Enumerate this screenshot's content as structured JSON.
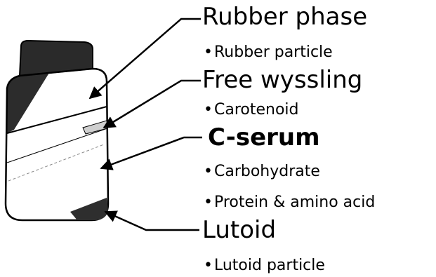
{
  "layers": [
    {
      "heading": "Rubber phase",
      "items": [
        "Rubber particle"
      ]
    },
    {
      "heading": "Free wyssling",
      "items": [
        "Carotenoid"
      ]
    },
    {
      "heading": "C-serum",
      "items": [
        "Carbohydrate",
        "Protein & amino acid"
      ]
    },
    {
      "heading": "Lutoid",
      "items": [
        "Lutoid particle"
      ]
    }
  ],
  "bullet_symbol": "•",
  "colors": {
    "ink": "#000000",
    "cap": "#2a2a2a",
    "lutoid": "#2e2e2e",
    "band": "#cfcfcf",
    "background": "#ffffff"
  }
}
